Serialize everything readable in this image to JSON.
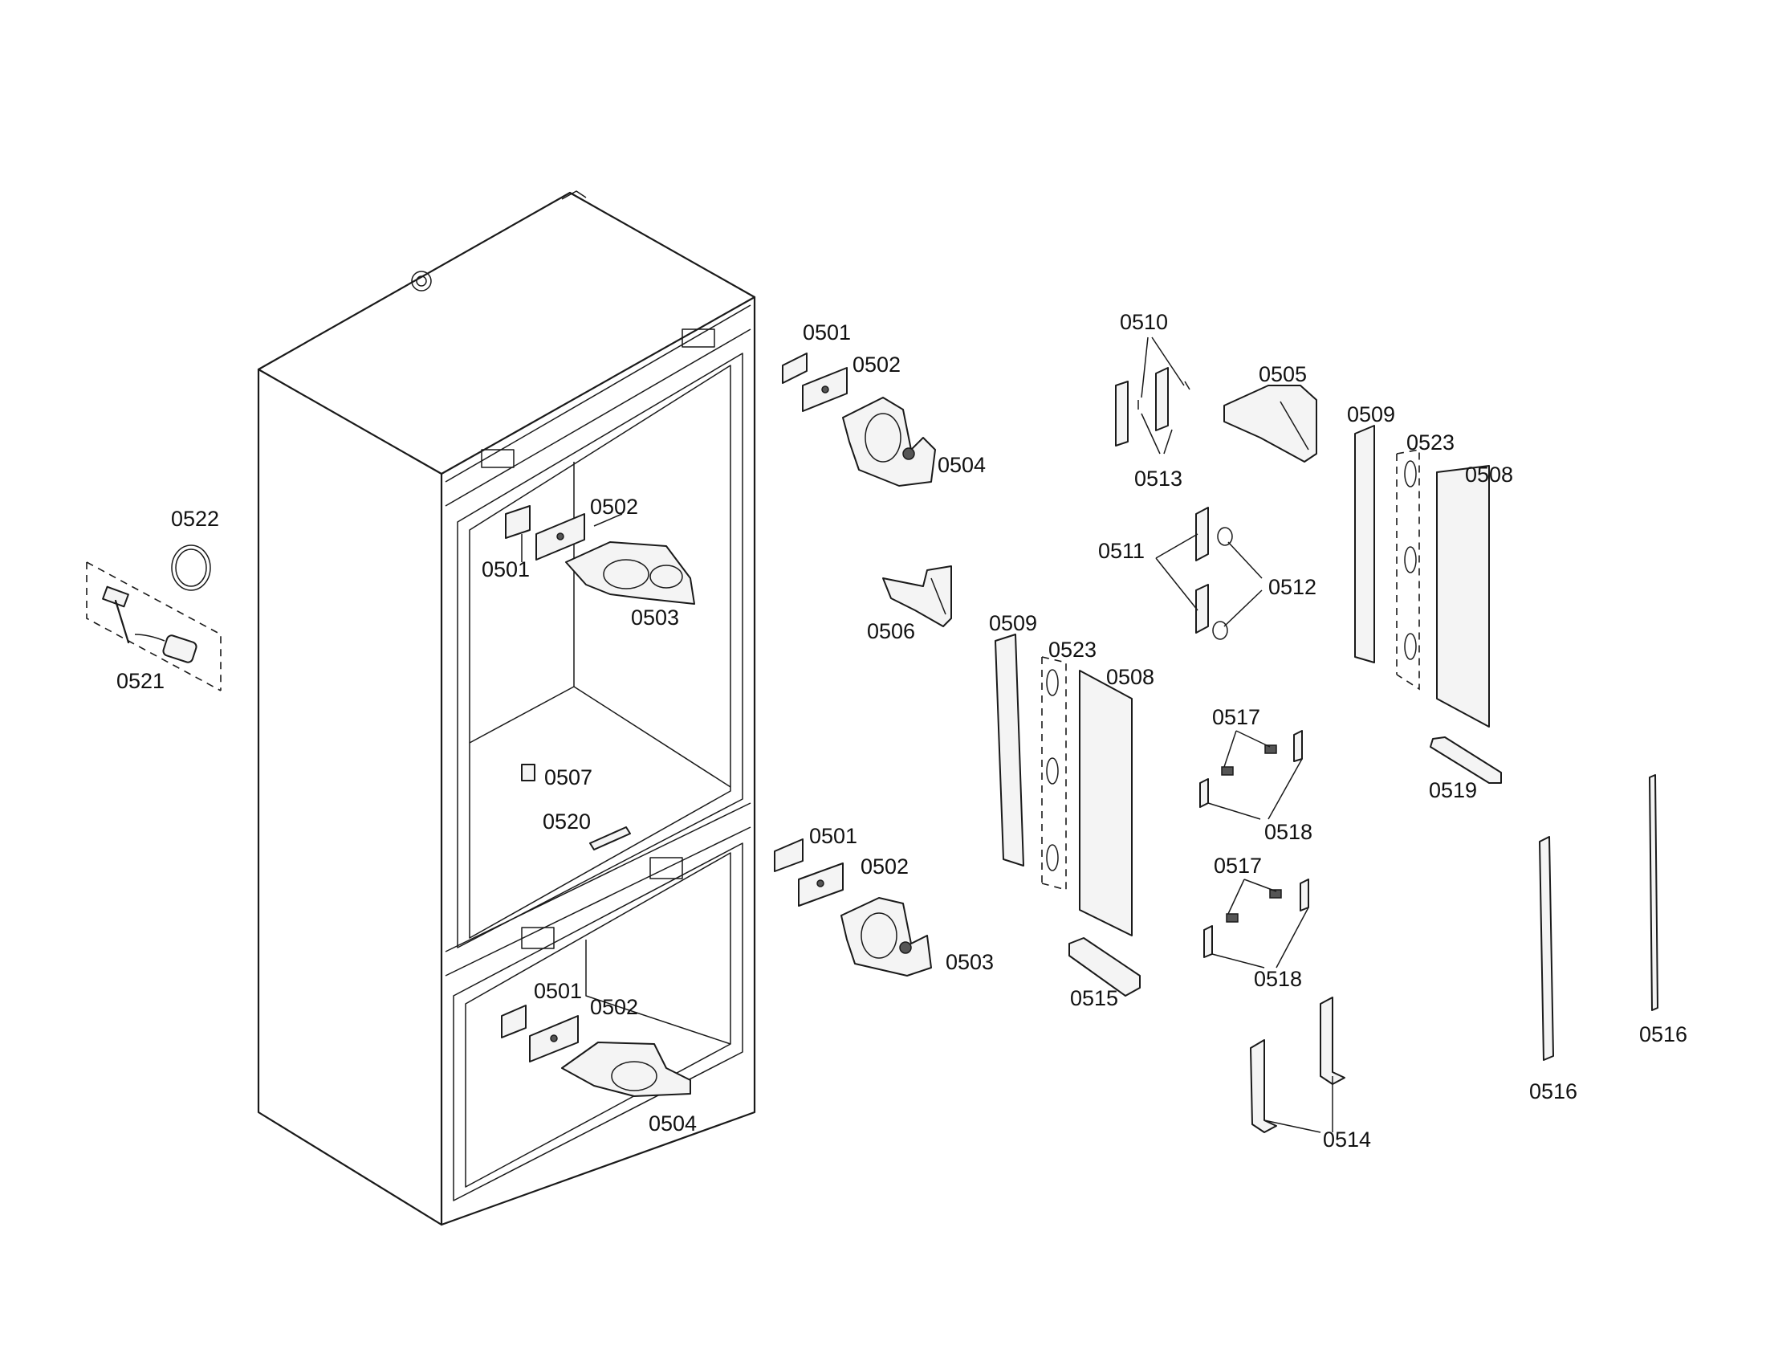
{
  "labels": [
    {
      "key": "p0501a",
      "text": "0501"
    },
    {
      "key": "p0502a",
      "text": "0502"
    },
    {
      "key": "p0504a",
      "text": "0504"
    },
    {
      "key": "p0510",
      "text": "0510"
    },
    {
      "key": "p0505",
      "text": "0505"
    },
    {
      "key": "p0513",
      "text": "0513"
    },
    {
      "key": "p0509a",
      "text": "0509"
    },
    {
      "key": "p0523a",
      "text": "0523"
    },
    {
      "key": "p0508a",
      "text": "0508"
    },
    {
      "key": "p0522",
      "text": "0522"
    },
    {
      "key": "p0502b",
      "text": "0502"
    },
    {
      "key": "p0501b",
      "text": "0501"
    },
    {
      "key": "p0503a",
      "text": "0503"
    },
    {
      "key": "p0511",
      "text": "0511"
    },
    {
      "key": "p0512",
      "text": "0512"
    },
    {
      "key": "p0506",
      "text": "0506"
    },
    {
      "key": "p0509b",
      "text": "0509"
    },
    {
      "key": "p0523b",
      "text": "0523"
    },
    {
      "key": "p0508b",
      "text": "0508"
    },
    {
      "key": "p0521",
      "text": "0521"
    },
    {
      "key": "p0517a",
      "text": "0517"
    },
    {
      "key": "p0507",
      "text": "0507"
    },
    {
      "key": "p0519",
      "text": "0519"
    },
    {
      "key": "p0518a",
      "text": "0518"
    },
    {
      "key": "p0520",
      "text": "0520"
    },
    {
      "key": "p0501c",
      "text": "0501"
    },
    {
      "key": "p0502c",
      "text": "0502"
    },
    {
      "key": "p0517b",
      "text": "0517"
    },
    {
      "key": "p0503b",
      "text": "0503"
    },
    {
      "key": "p0518b",
      "text": "0518"
    },
    {
      "key": "p0515",
      "text": "0515"
    },
    {
      "key": "p0501d",
      "text": "0501"
    },
    {
      "key": "p0502d",
      "text": "0502"
    },
    {
      "key": "p0516a",
      "text": "0516"
    },
    {
      "key": "p0516b",
      "text": "0516"
    },
    {
      "key": "p0504b",
      "text": "0504"
    },
    {
      "key": "p0514",
      "text": "0514"
    }
  ]
}
